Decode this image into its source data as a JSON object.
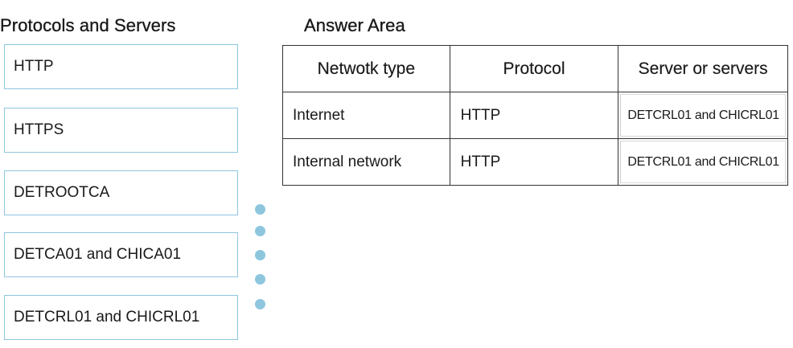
{
  "left_panel": {
    "heading": "Protocols and Servers",
    "items": [
      {
        "label": "HTTP"
      },
      {
        "label": "HTTPS"
      },
      {
        "label": "DETROOTCA"
      },
      {
        "label": "DETCA01 and CHICA01"
      },
      {
        "label": "DETCRL01 and CHICRL01"
      }
    ]
  },
  "answer_area": {
    "heading": "Answer Area",
    "columns": [
      "Netwotk type",
      "Protocol",
      "Server or servers"
    ],
    "rows": [
      {
        "network_type": "Internet",
        "protocol": "HTTP",
        "servers": "DETCRL01 and CHICRL01"
      },
      {
        "network_type": "Internal network",
        "protocol": "HTTP",
        "servers": "DETCRL01 and CHICRL01"
      }
    ]
  },
  "colors": {
    "item_border": "#8ec6de",
    "dot": "#8ec6de",
    "table_border": "#333333"
  }
}
